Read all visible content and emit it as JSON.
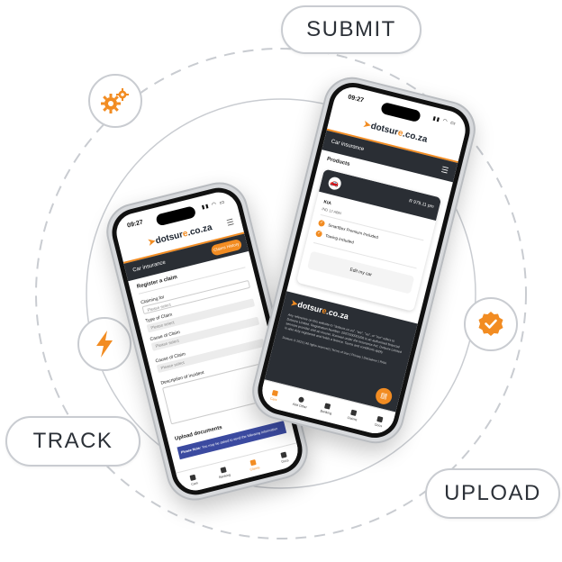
{
  "labels": {
    "submit": "SUBMIT",
    "track": "TRACK",
    "upload": "UPLOAD"
  },
  "icons": {
    "gears": "gear-icon",
    "bolt": "lightning-icon",
    "badge": "check-badge-icon"
  },
  "colors": {
    "accent": "#f28c22",
    "dark_bar": "#2a2e34",
    "ring": "#c9ccd1"
  },
  "brand": {
    "name_prefix": "dotsur",
    "name_accent": "e",
    "name_suffix": ".co.za"
  },
  "phone_left": {
    "time": "09:27",
    "header_title": "Car insurance",
    "claim_history_button": "Claims History",
    "section_title": "Register a claim",
    "fields": [
      {
        "label": "Claiming for",
        "value": "Please select"
      },
      {
        "label": "Type of Claim",
        "value": "Please select"
      },
      {
        "label": "Cause of Claim",
        "value": "Please select"
      },
      {
        "label": "Cause of Claim",
        "value": "Please select"
      }
    ],
    "description_label": "Description of incident",
    "upload_title": "Upload documents",
    "notice_strong": "Please Note:",
    "notice_text": "You may be asked to send the following information",
    "tabs": [
      "Cars",
      "Banking",
      "Claims",
      "Docs"
    ]
  },
  "phone_right": {
    "time": "09:27",
    "header_title": "Car insurance",
    "products_title": "Products",
    "price": "R 979.11 pm",
    "car_name": "KIA",
    "car_plate": "IND 12 ABM",
    "features": [
      "SmartBox Premium Included",
      "Towing Included"
    ],
    "edit_button": "Edit my car",
    "footer_text": "Any reference on this website to \"dotsure.co.za\", \"we\", \"us\", or \"our\" refers to Dotsure Limited. Registration Number: 2007/000001/06 is an authorised financial services provider and an insurer, licensed under the Insurance Act. Dotsure Limited is also duly registered and holds a licence. Terms and conditions apply.",
    "footer_copyright": "Dotsure © 2023 | All rights reserved | Terms of Use | Privacy | Disclaimer | PAIA",
    "tabs": [
      "Cars",
      "Add Other",
      "Banking",
      "Claims",
      "Docs"
    ]
  }
}
